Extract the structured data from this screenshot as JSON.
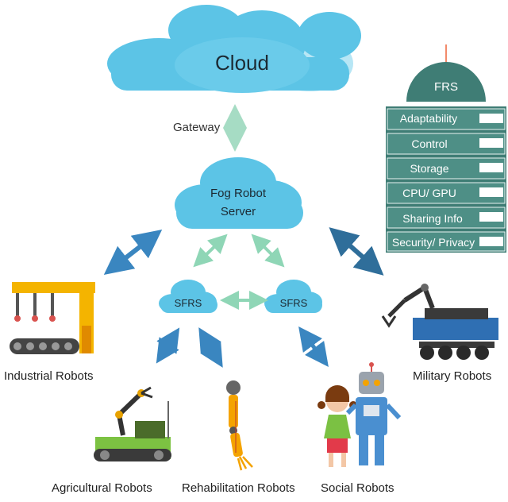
{
  "cloud": {
    "label": "Cloud"
  },
  "gateway": {
    "label": "Gateway"
  },
  "fog_server": {
    "line1": "Fog Robot",
    "line2": "Server"
  },
  "sfrs": {
    "left_label": "SFRS",
    "right_label": "SFRS"
  },
  "frs": {
    "title": "FRS",
    "rows": [
      "Adaptability",
      "Control",
      "Storage",
      "CPU/ GPU",
      "Sharing Info",
      "Security/ Privacy"
    ]
  },
  "robots": {
    "industrial": "Industrial Robots",
    "military": "Military Robots",
    "agricultural": "Agricultural Robots",
    "rehabilitation": "Rehabilitation Robots",
    "social": "Social Robots"
  },
  "colors": {
    "cloud": "#5cc4e6",
    "cloud_light": "#9fdcf0",
    "frs_fill": "#3f7d75",
    "arrow_blue": "#3a86c0",
    "arrow_green": "#8fd6b6"
  }
}
